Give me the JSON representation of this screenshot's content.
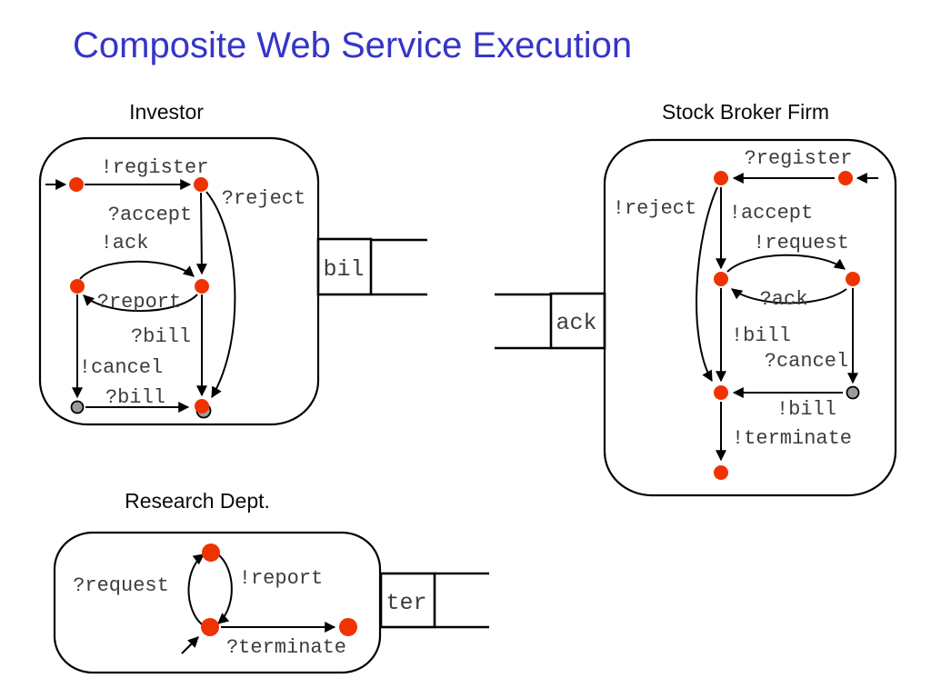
{
  "slide": {
    "title": "Composite Web Service Execution"
  },
  "colors": {
    "title": "#3535c8",
    "state": "#ef3300",
    "state_final": "#9c9c9c"
  },
  "machines": {
    "investor": {
      "title": "Investor",
      "labels": {
        "register": "!register",
        "accept": "?accept",
        "ack": "!ack",
        "reject": "?reject",
        "report": "?report",
        "bill_right": "?bill",
        "cancel": "!cancel",
        "bill_bottom": "?bill"
      }
    },
    "stock_broker": {
      "title": "Stock Broker Firm",
      "labels": {
        "register": "?register",
        "reject": "!reject",
        "accept": "!accept",
        "request": "!request",
        "ack": "?ack",
        "bill_upper": "!bill",
        "cancel": "?cancel",
        "bill_lower": "!bill",
        "terminate": "!terminate"
      }
    },
    "research": {
      "title": "Research Dept.",
      "labels": {
        "request": "?request",
        "report": "!report",
        "terminate": "?terminate"
      }
    }
  },
  "channels": {
    "bil": {
      "label": "bil"
    },
    "ack": {
      "label": "ack"
    },
    "ter": {
      "label": "ter"
    }
  }
}
